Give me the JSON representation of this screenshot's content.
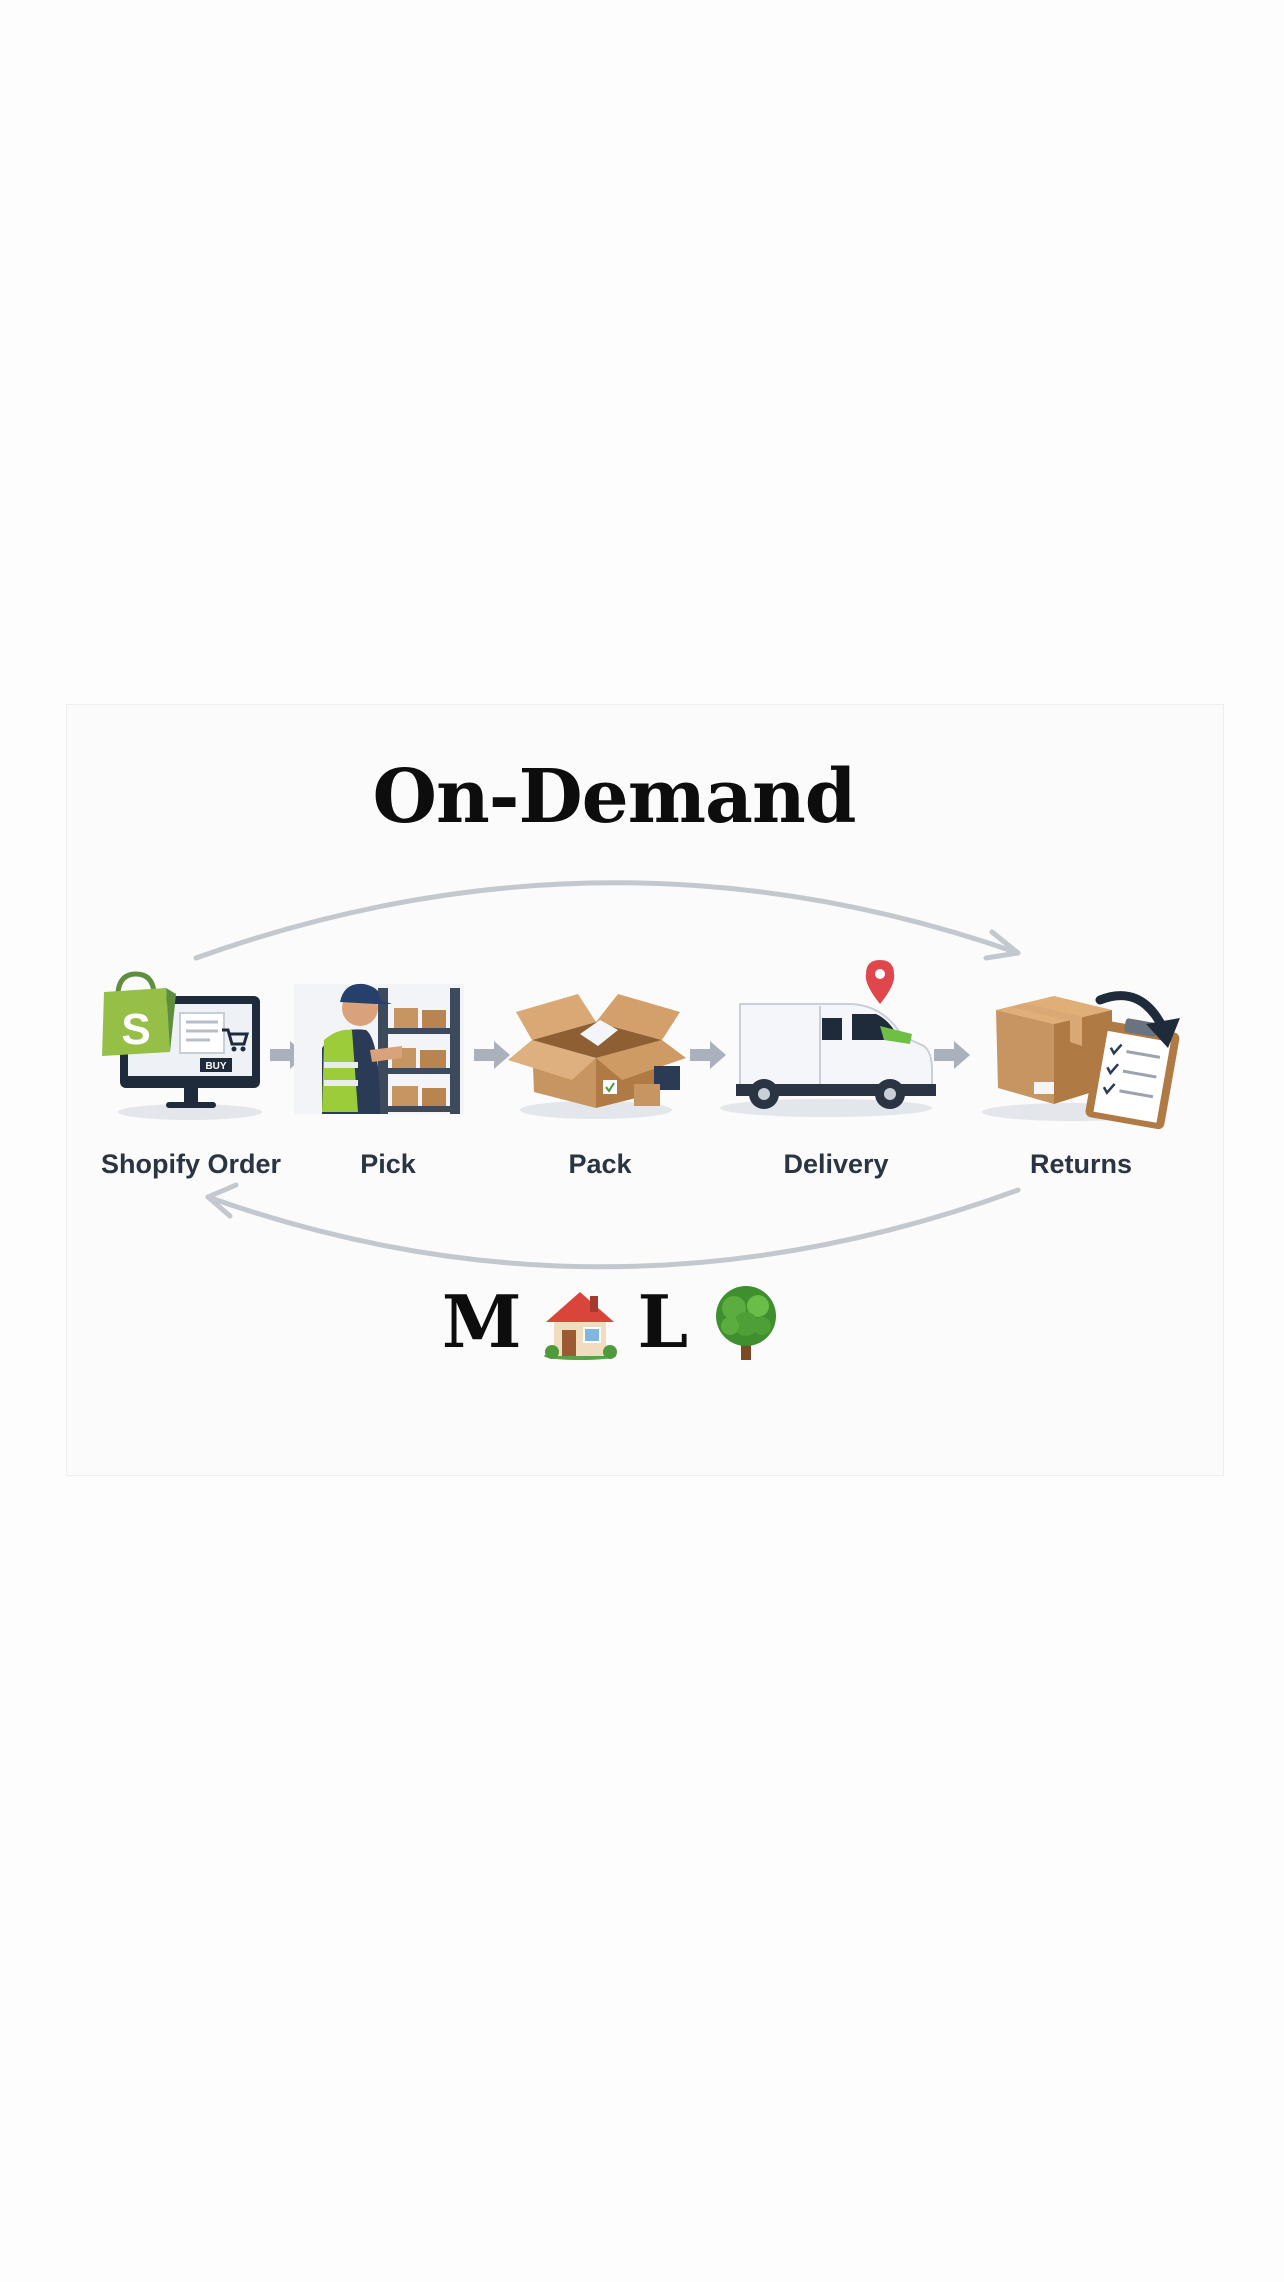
{
  "title": "On-Demand",
  "steps": [
    {
      "label": "Shopify Order",
      "icon": "shopify-order-icon"
    },
    {
      "label": "Pick",
      "icon": "warehouse-picker-icon"
    },
    {
      "label": "Pack",
      "icon": "open-box-icon"
    },
    {
      "label": "Delivery",
      "icon": "delivery-van-icon"
    },
    {
      "label": "Returns",
      "icon": "return-package-icon"
    }
  ],
  "screen_buy_label": "BUY",
  "brand": {
    "letter_1": "M",
    "icon_1": "house-icon",
    "letter_2": "L",
    "icon_2": "tree-icon"
  },
  "colors": {
    "shopify_green": "#95bf47",
    "arrow_gray": "#b4bac4",
    "cardboard": "#c69561",
    "pin_red": "#e0474c",
    "vest_green": "#9ccc3a"
  }
}
